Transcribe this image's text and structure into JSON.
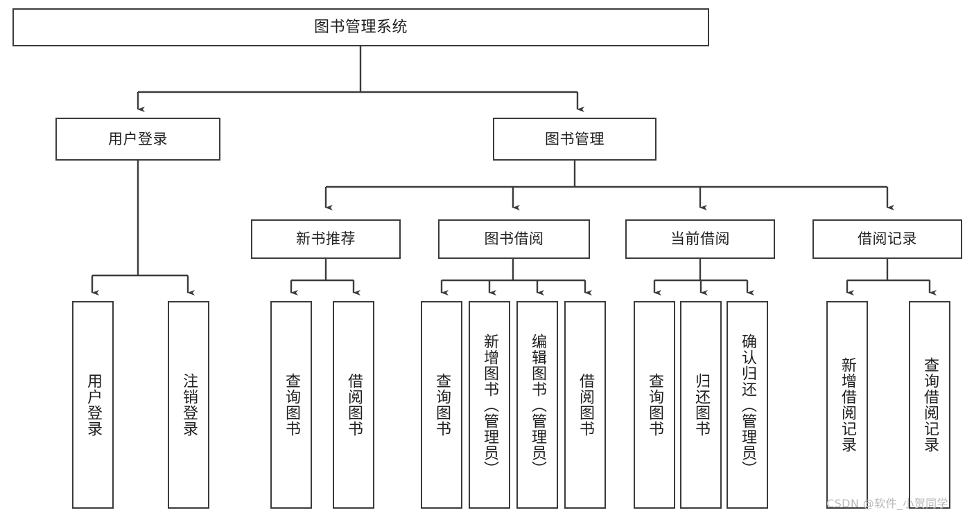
{
  "diagram": {
    "title": "图书管理系统",
    "type": "functional-decomposition-tree",
    "levels": 4,
    "nodes": {
      "root": {
        "label": "图书管理系统"
      },
      "level2": [
        {
          "id": "user-login",
          "label": "用户登录"
        },
        {
          "id": "book-management",
          "label": "图书管理"
        }
      ],
      "level3": [
        {
          "id": "new-book-recommend",
          "label": "新书推荐"
        },
        {
          "id": "book-borrow",
          "label": "图书借阅"
        },
        {
          "id": "current-borrow",
          "label": "当前借阅"
        },
        {
          "id": "borrow-record",
          "label": "借阅记录"
        }
      ],
      "leaves": {
        "user-login": [
          {
            "id": "leaf-user-login",
            "label": "用户登录"
          },
          {
            "id": "leaf-logout-login",
            "label": "注销登录"
          }
        ],
        "new-book-recommend": [
          {
            "id": "leaf-query-book-1",
            "label": "查询图书"
          },
          {
            "id": "leaf-borrow-book-1",
            "label": "借阅图书"
          }
        ],
        "book-borrow": [
          {
            "id": "leaf-query-book-2",
            "label": "查询图书"
          },
          {
            "id": "leaf-add-book-admin",
            "label": "新增图书（管理员）"
          },
          {
            "id": "leaf-edit-book-admin",
            "label": "编辑图书（管理员）"
          },
          {
            "id": "leaf-borrow-book-2",
            "label": "借阅图书"
          }
        ],
        "current-borrow": [
          {
            "id": "leaf-query-book-3",
            "label": "查询图书"
          },
          {
            "id": "leaf-return-book",
            "label": "归还图书"
          },
          {
            "id": "leaf-confirm-return-admin",
            "label": "确认归还（管理员）"
          }
        ],
        "borrow-record": [
          {
            "id": "leaf-add-borrow-record",
            "label": "新增借阅记录"
          },
          {
            "id": "leaf-query-borrow-record",
            "label": "查询借阅记录"
          }
        ]
      }
    },
    "colors": {
      "border": "#3b3b3b",
      "text": "#1f1f1f",
      "background": "#ffffff",
      "watermark": "#b9b9b9"
    }
  },
  "watermark": {
    "text": "CSDN @软件_小贺同学"
  }
}
